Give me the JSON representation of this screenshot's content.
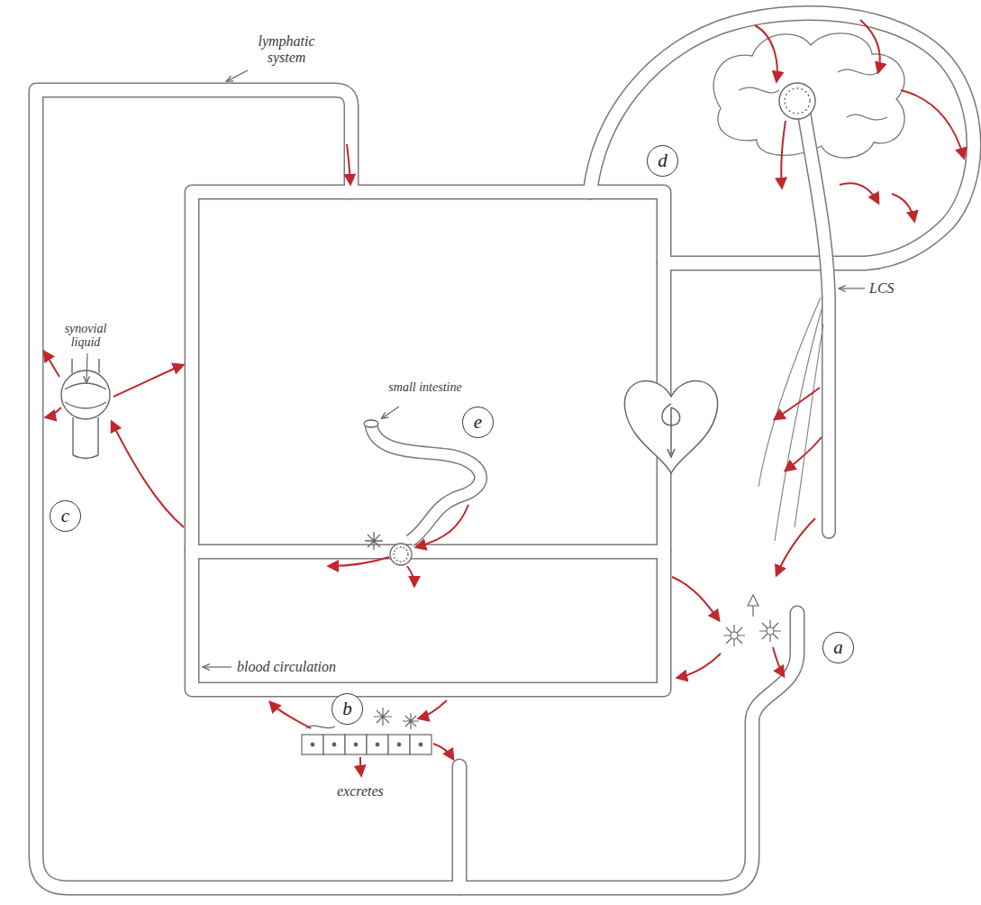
{
  "diagram": {
    "nodes": [
      {
        "text": [
          "d"
        ]
      },
      {
        "text": [
          "e"
        ]
      },
      {
        "text": [
          "c"
        ]
      },
      {
        "text": [
          "a"
        ]
      },
      {
        "text": [
          "b"
        ]
      }
    ],
    "labels": [
      "lymphatic system",
      "LCS",
      "synovial liquid",
      "small intestine",
      "blood circulation",
      "excretes"
    ]
  }
}
